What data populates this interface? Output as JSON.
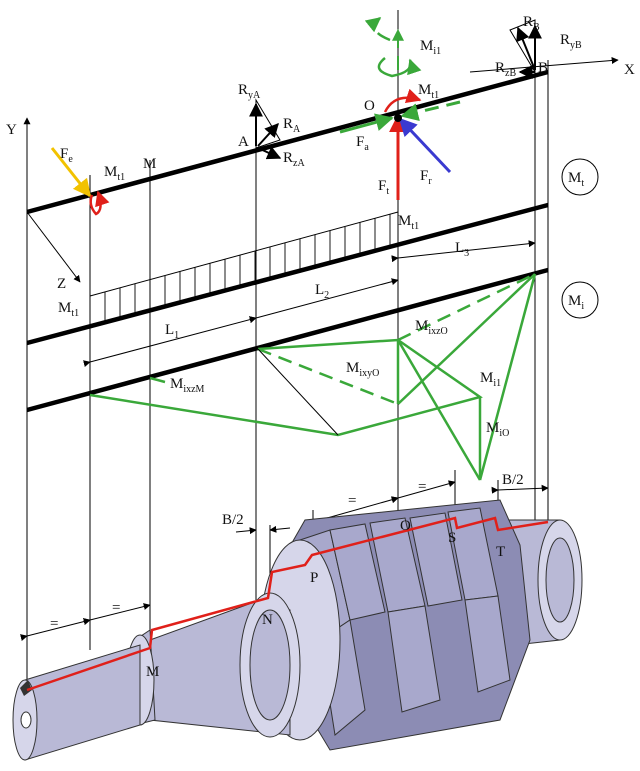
{
  "colors": {
    "green": "#3aa83a",
    "red": "#e0201a",
    "blue": "#3a3ad0",
    "yellow": "#f2c200",
    "metal": "#b9b9d6"
  },
  "axes": {
    "x": "X",
    "y": "Y",
    "z": "Z"
  },
  "points": {
    "o": "O",
    "a": "A",
    "b": "B",
    "m": "M",
    "n": "N",
    "p": "P",
    "s": "S",
    "t": "T"
  },
  "forces": {
    "fe": {
      "main": "F",
      "sub": "e"
    },
    "fa": {
      "main": "F",
      "sub": "a"
    },
    "fr": {
      "main": "F",
      "sub": "r"
    },
    "ft": {
      "main": "F",
      "sub": "t"
    },
    "ra": {
      "main": "R",
      "sub": "A"
    },
    "rya": {
      "main": "R",
      "sub": "yA"
    },
    "rza": {
      "main": "R",
      "sub": "zA"
    },
    "rb": {
      "main": "R",
      "sub": "B"
    },
    "ryb": {
      "main": "R",
      "sub": "yB"
    },
    "rzb": {
      "main": "R",
      "sub": "zB"
    }
  },
  "moments": {
    "mt1": {
      "main": "M",
      "sub": "t1"
    },
    "mi1": {
      "main": "M",
      "sub": "i1"
    },
    "mixzm": {
      "main": "M",
      "sub": "ixzM"
    },
    "mixyo": {
      "main": "M",
      "sub": "ixyO"
    },
    "mixzo": {
      "main": "M",
      "sub": "ixzO"
    },
    "mio": {
      "main": "M",
      "sub": "iO"
    }
  },
  "diagram_keys": {
    "torsion": {
      "main": "M",
      "sub": "t"
    },
    "bending": {
      "main": "M",
      "sub": "i"
    }
  },
  "lengths": {
    "l1": {
      "main": "L",
      "sub": "1"
    },
    "l2": {
      "main": "L",
      "sub": "2"
    },
    "l3": {
      "main": "L",
      "sub": "3"
    }
  },
  "dims": {
    "half_b": "B/2",
    "equal": "="
  }
}
